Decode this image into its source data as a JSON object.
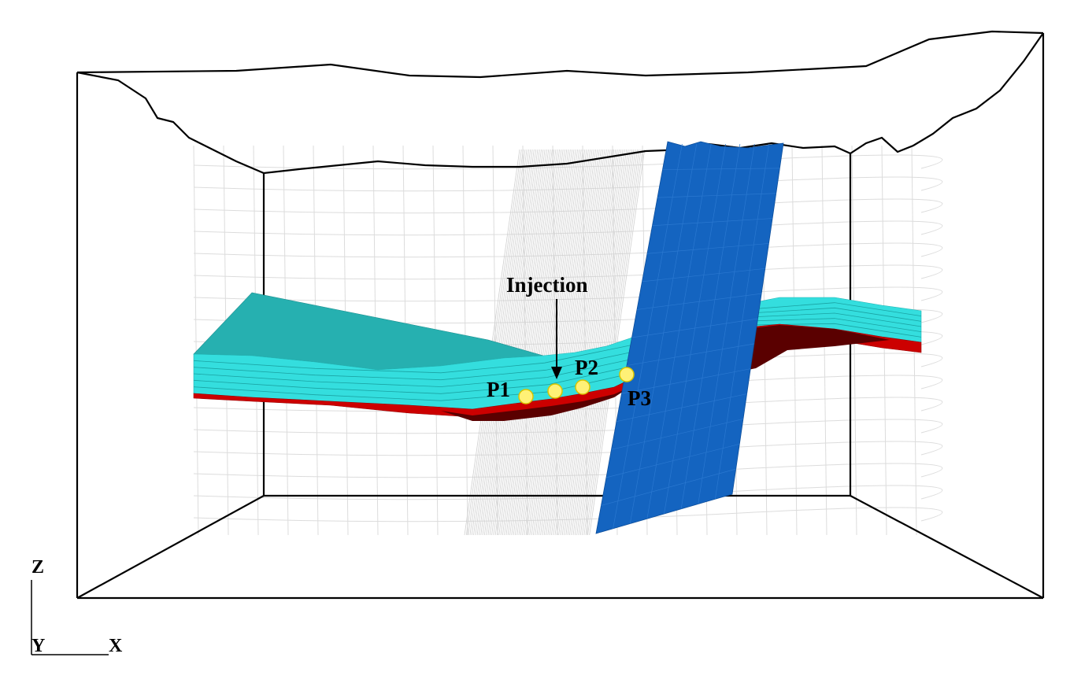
{
  "labels": {
    "injection": "Injection",
    "points": [
      "P1",
      "P2",
      "P3"
    ]
  },
  "axes": {
    "z": "Z",
    "y": "Y",
    "x": "X"
  },
  "colors": {
    "background": "#ffffff",
    "frame": "#000000",
    "mesh": "#d9d9d9",
    "caprock_top": "#26b0b0",
    "caprock_side": "#34dede",
    "reservoir_red": "#cc0000",
    "reservoir_dark": "#5a0000",
    "fault": "#1464c0",
    "well_point": "#fff176"
  }
}
